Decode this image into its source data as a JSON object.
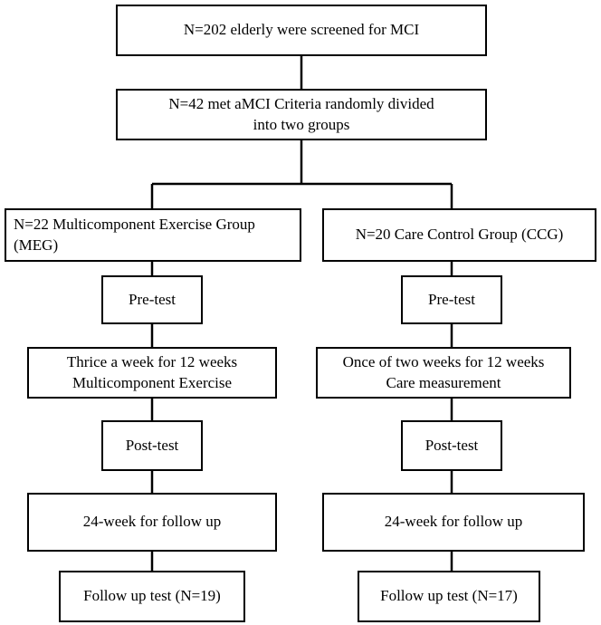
{
  "diagram": {
    "screening": "N=202 elderly were screened for MCI",
    "randomization": {
      "line1": "N=42 met aMCI Criteria randomly divided",
      "line2": "into two groups"
    },
    "meg": {
      "group": {
        "line1": "N=22 Multicomponent Exercise Group",
        "line2": "(MEG)"
      },
      "pretest": "Pre-test",
      "intervention": {
        "line1": "Thrice a week for 12 weeks",
        "line2": "Multicomponent Exercise"
      },
      "posttest": "Post-test",
      "followup_period": "24-week for follow up",
      "followup_test": "Follow up test (N=19)"
    },
    "ccg": {
      "group": "N=20 Care Control Group (CCG)",
      "pretest": "Pre-test",
      "intervention": {
        "line1": "Once of two weeks for 12 weeks",
        "line2": "Care measurement"
      },
      "posttest": "Post-test",
      "followup_period": "24-week for follow up",
      "followup_test": "Follow up test (N=17)"
    },
    "colors": {
      "line": "#000000",
      "box_border": "#000000",
      "background": "#ffffff"
    }
  }
}
